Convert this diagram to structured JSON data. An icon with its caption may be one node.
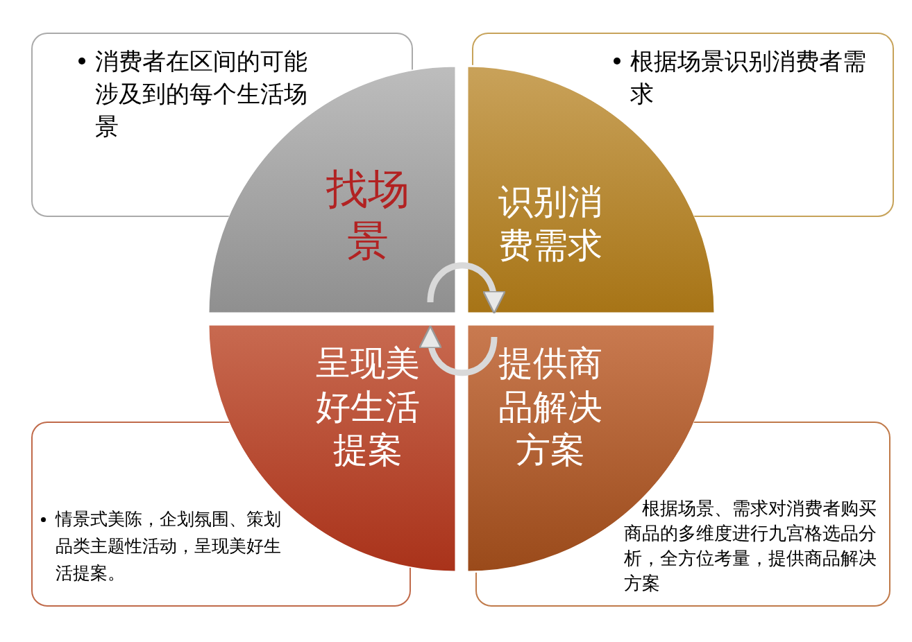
{
  "diagram": {
    "nodes": [
      {
        "text": [
          "消费者在区间的可能涉及到的每个生活场景"
        ]
      },
      {
        "text": [
          "根据场景识别消费者需求"
        ]
      },
      {
        "text": [
          "找场景"
        ]
      },
      {
        "text": [
          "识别消费需求"
        ]
      },
      {
        "text": [
          "呈现美好生活提案"
        ]
      },
      {
        "text": [
          "提供商品解决方案"
        ]
      },
      {
        "text": [
          "情景式美陈，企划氛围、策划品类主题性活动，呈现美好生活提案。"
        ]
      },
      {
        "text": [
          "根据场景、需求对消费者购买商品的多维度进行九宫格选品分析，全方位考量，提供商品解决方案"
        ]
      }
    ],
    "edges": [
      {
        "from": 2,
        "to": 3,
        "arrow": "to"
      },
      {
        "from": 5,
        "to": 4,
        "arrow": "to"
      }
    ]
  }
}
